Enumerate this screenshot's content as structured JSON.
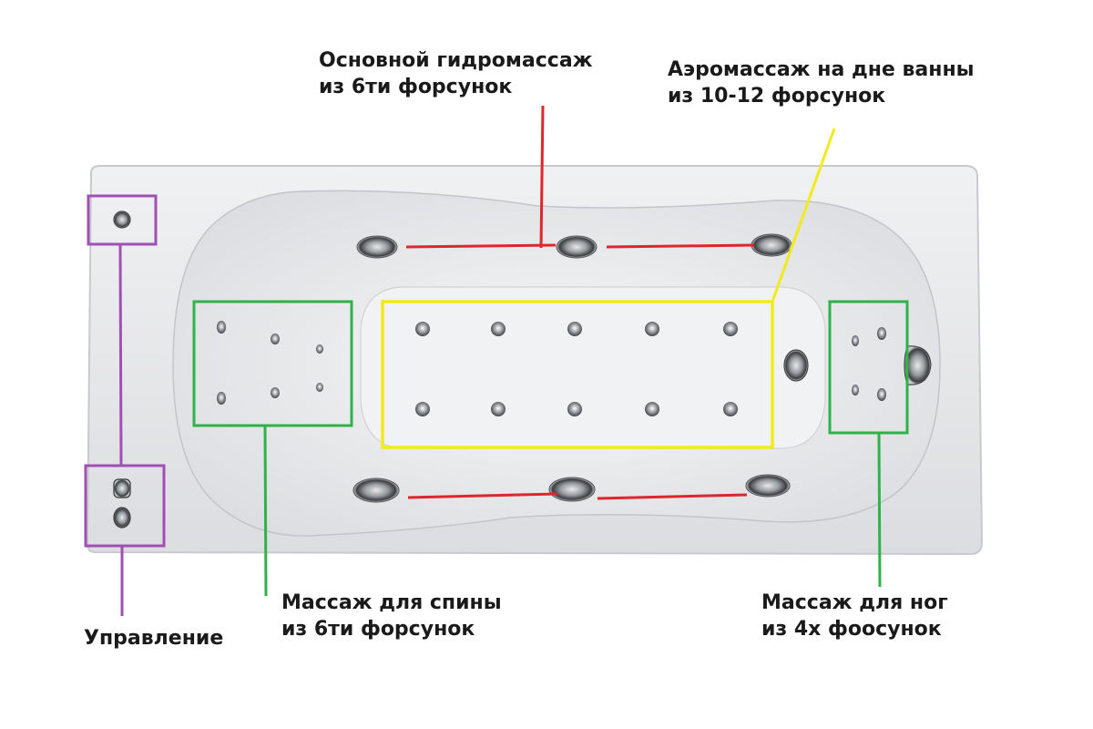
{
  "labels": {
    "hydro": {
      "line1": "Основной гидромассаж",
      "line2": "из 6ти форсунок"
    },
    "aero": {
      "line1": "Аэромассаж на дне ванны",
      "line2": "из 10-12 форсунок"
    },
    "back": {
      "line1": "Массаж для спины",
      "line2": "из 6ти форсунок"
    },
    "legs": {
      "line1": "Массаж для ног",
      "line2": "из 4х фоосунок"
    },
    "control": "Управление"
  },
  "colors": {
    "hydro_line": "#e0262c",
    "aero_box": "#f2ea1c",
    "back_box": "#2fb24a",
    "legs_box": "#2fb24a",
    "control_box": "#a050b4",
    "tub_rim": "#e9eaec",
    "tub_inner": "#f4f5f6"
  },
  "counts": {
    "hydro_nozzles": 6,
    "aero_nozzles": 10,
    "back_nozzles": 6,
    "leg_nozzles": 4,
    "control_elements": 3
  }
}
